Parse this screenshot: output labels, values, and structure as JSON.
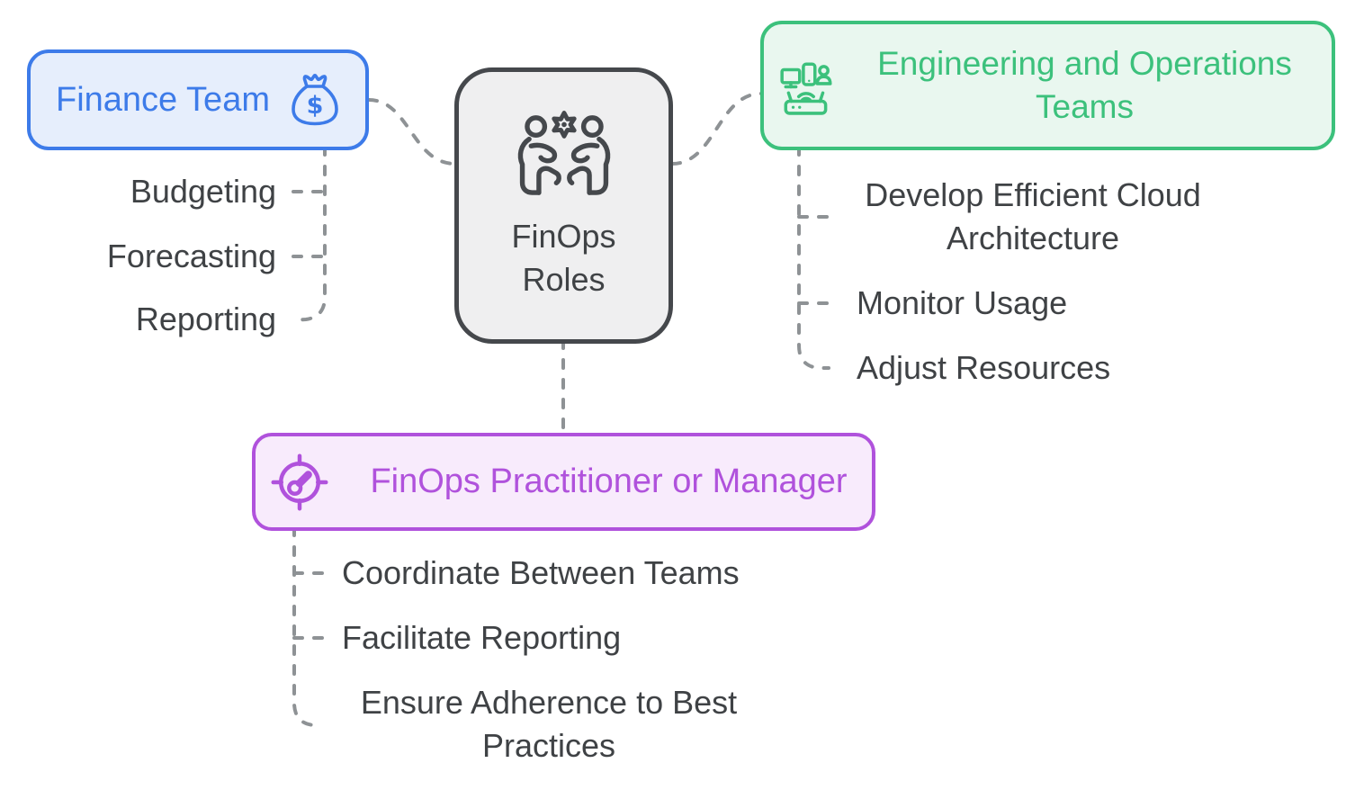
{
  "center_node": {
    "label": "FinOps Roles",
    "icon": "people-collaboration-icon"
  },
  "finance": {
    "label": "Finance Team",
    "icon": "money-bag-icon",
    "items": [
      "Budgeting",
      "Forecasting",
      "Reporting"
    ]
  },
  "engineering": {
    "label": "Engineering and Operations Teams",
    "icon": "devices-network-icon",
    "items": [
      "Develop Efficient Cloud Architecture",
      "Monitor Usage",
      "Adjust Resources"
    ]
  },
  "practitioner": {
    "label": "FinOps Practitioner or Manager",
    "icon": "target-gauge-icon",
    "items": [
      "Coordinate Between Teams",
      "Facilitate Reporting",
      "Ensure Adherence to Best Practices"
    ]
  },
  "colors": {
    "finance_accent": "#3d7be9",
    "finance_bg": "#e6eefc",
    "engineering_accent": "#3cc17c",
    "engineering_bg": "#e9f7ef",
    "practitioner_accent": "#b052dc",
    "practitioner_bg": "#f8ebfc",
    "center_accent": "#45484c",
    "center_bg": "#efeff0",
    "connector": "#8e9295",
    "item_text": "#3f4245",
    "background": "#ffffff"
  }
}
